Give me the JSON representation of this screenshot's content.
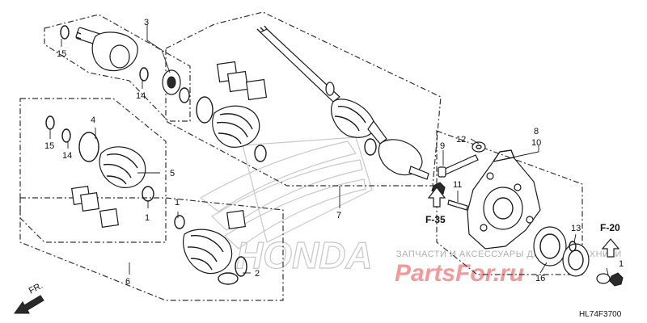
{
  "callouts": {
    "c1a": "1",
    "c1b": "1",
    "c1c": "1",
    "c2": "2",
    "c3": "3",
    "c4": "4",
    "c5": "5",
    "c6": "6",
    "c7": "7",
    "c8": "8",
    "c9": "9",
    "c10": "10",
    "c11": "11",
    "c12": "12",
    "c13": "13",
    "c14a": "14",
    "c14b": "14",
    "c15a": "15",
    "c15b": "15",
    "c16": "16"
  },
  "refs": {
    "f35": "F-35",
    "f20": "F-20"
  },
  "diagram_code": "HL74F3700",
  "fr_label": "FR.",
  "watermark": {
    "logo_text": "HONDA",
    "tagline": "ЗАПЧАСТИ И АКСЕССУАРЫ ДЛЯ МОТОТЕХНИКИ",
    "site": "PartsFor.ru"
  }
}
